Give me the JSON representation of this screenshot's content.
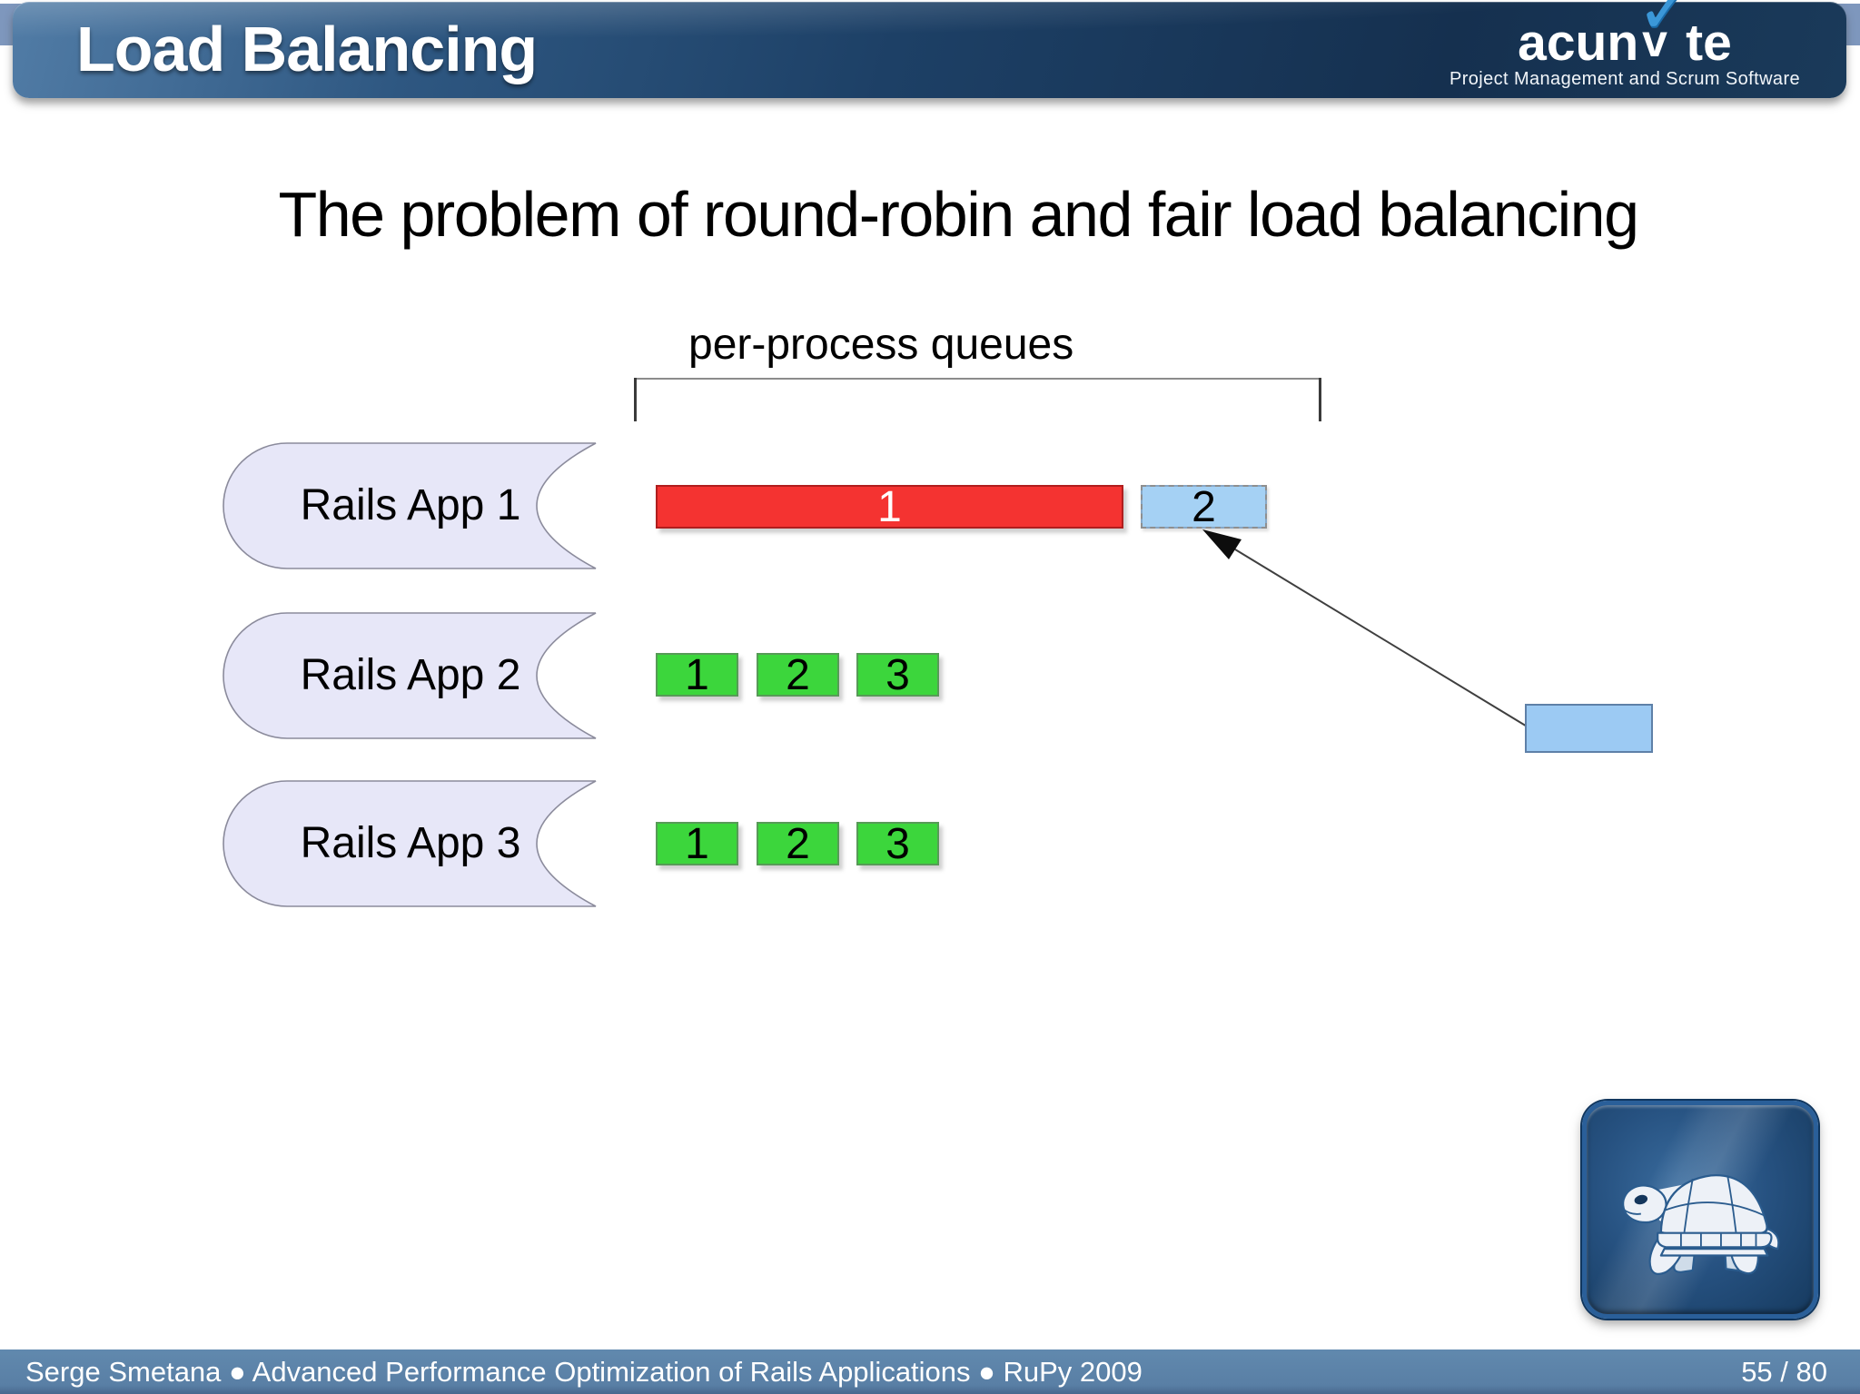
{
  "header": {
    "title": "Load Balancing",
    "logo": {
      "brand_prefix": "acun",
      "check_base": "v",
      "checkmark": "✓",
      "brand_suffix": "te",
      "tagline": "Project Management and Scrum Software"
    }
  },
  "slide": {
    "title": "The problem of round-robin and fair load balancing",
    "queues_label": "per-process queues",
    "apps": [
      {
        "label": "Rails App 1",
        "queue": [
          {
            "label": "1",
            "state": "busy-long"
          },
          {
            "label": "2",
            "state": "waiting-blue"
          }
        ]
      },
      {
        "label": "Rails App 2",
        "queue": [
          {
            "label": "1",
            "state": "ok"
          },
          {
            "label": "2",
            "state": "ok"
          },
          {
            "label": "3",
            "state": "ok"
          }
        ]
      },
      {
        "label": "Rails App 3",
        "queue": [
          {
            "label": "1",
            "state": "ok"
          },
          {
            "label": "2",
            "state": "ok"
          },
          {
            "label": "3",
            "state": "ok"
          }
        ]
      }
    ],
    "incoming_request_label": ""
  },
  "footer": {
    "credit": "Serge Smetana ● Advanced Performance Optimization of Rails Applications ● RuPy 2009",
    "page": "55 / 80"
  },
  "colors": {
    "busy_red": "#f43331",
    "queue_green": "#3cd63c",
    "waiting_blue": "#a5d1f4",
    "app_shape_fill": "#e7e7f8",
    "header_navy": "#1d4066",
    "accent_strip": "#7e97bd",
    "footer_blue": "#5d83a8",
    "logo_check_blue": "#3b97d8"
  }
}
